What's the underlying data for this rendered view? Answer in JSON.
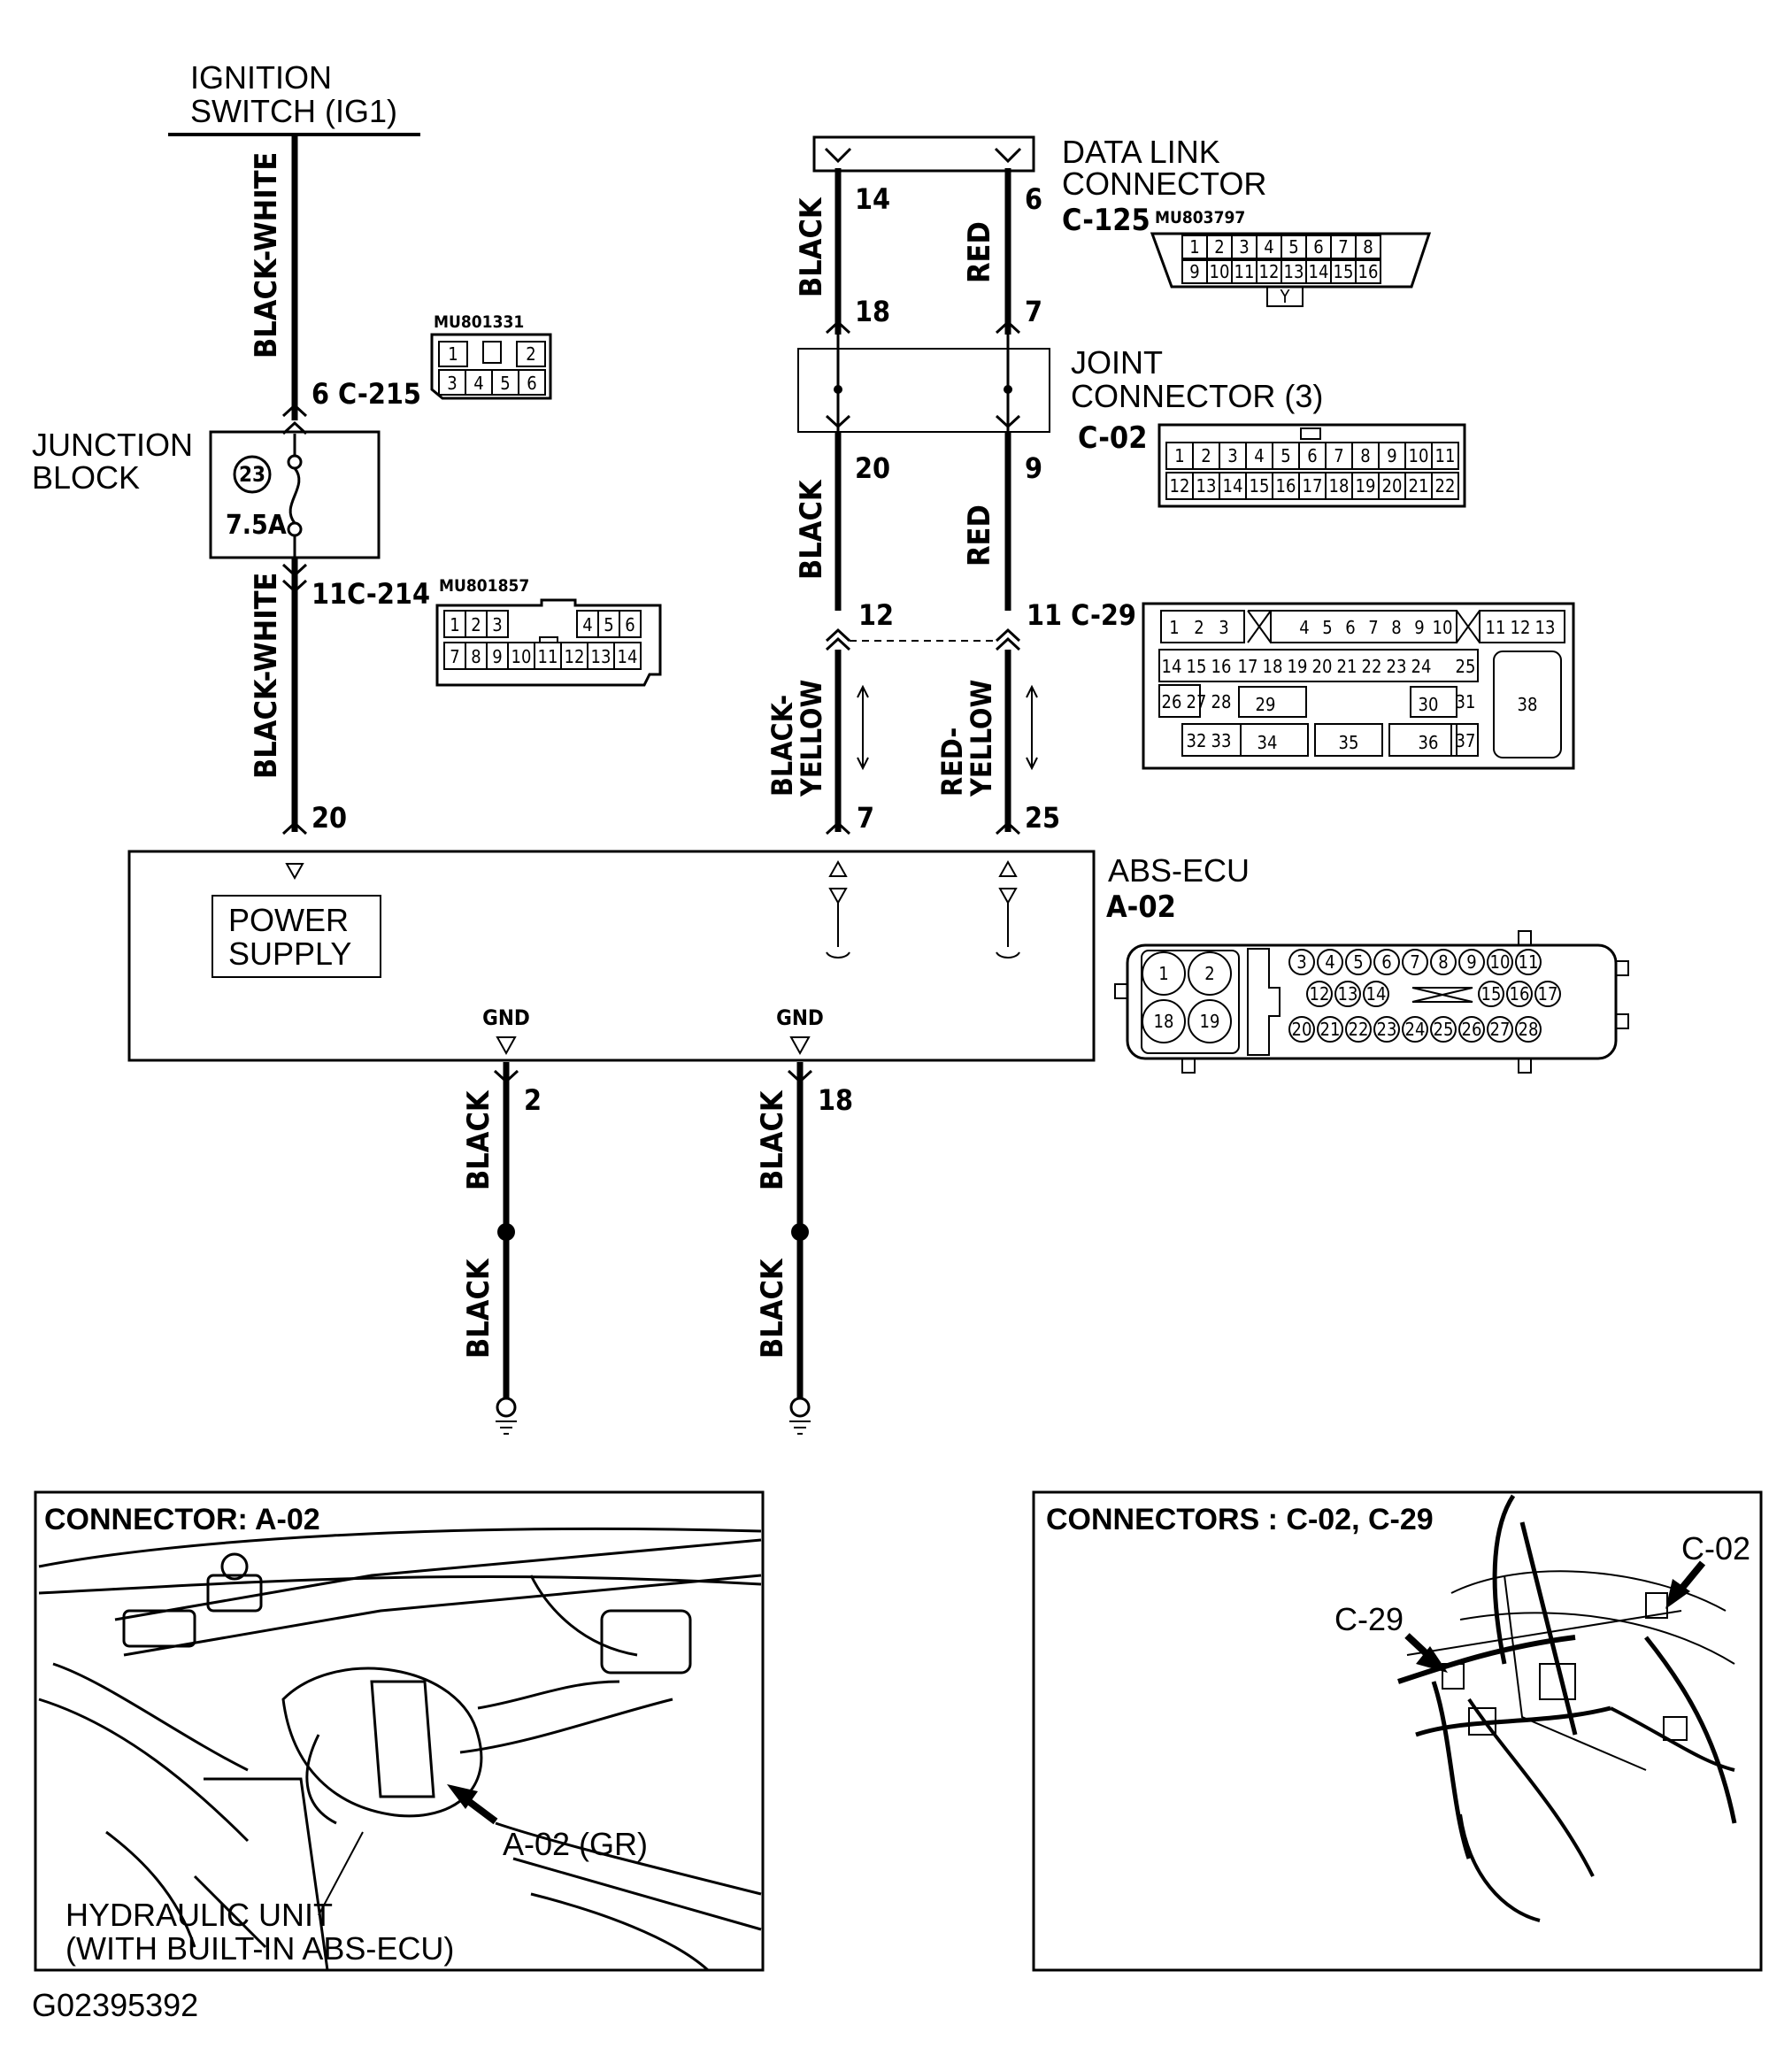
{
  "ignition": {
    "line1": "IGNITION",
    "line2": "SWITCH (IG1)"
  },
  "junction_block": {
    "line1": "JUNCTION",
    "line2": "BLOCK",
    "fuse_no": "23",
    "fuse_rating": "7.5A"
  },
  "wires": {
    "black_white": "BLACK-WHITE",
    "black": "BLACK",
    "red": "RED",
    "black_yellow_1": "BLACK-",
    "black_yellow_2": "YELLOW",
    "red_yellow_1": "RED-",
    "red_yellow_2": "YELLOW"
  },
  "pins": {
    "c215": "6 C-215",
    "c214": "11C-214",
    "ecu_power": "20",
    "dlc_left": "14",
    "dlc_right": "6",
    "joint_in_left": "18",
    "joint_in_right": "7",
    "joint_out_left": "20",
    "joint_out_right": "9",
    "c29_left": "12",
    "c29_right": "11 C-29",
    "ecu_left": "7",
    "ecu_right": "25",
    "gnd_left": "2",
    "gnd_right": "18"
  },
  "connectors": {
    "c215": {
      "part": "MU801331",
      "row1": [
        "1",
        "",
        "2"
      ],
      "row2": [
        "3",
        "4",
        "5",
        "6"
      ]
    },
    "c214": {
      "part": "MU801857",
      "row1": [
        "1",
        "2",
        "3",
        "",
        "4",
        "5",
        "6"
      ],
      "row2": [
        "7",
        "8",
        "9",
        "10",
        "11",
        "12",
        "13",
        "14"
      ]
    },
    "dlc": {
      "line1": "DATA LINK",
      "line2": "CONNECTOR",
      "id": "C-125",
      "part": "MU803797",
      "row1": [
        "1",
        "2",
        "3",
        "4",
        "5",
        "6",
        "7",
        "8"
      ],
      "row2": [
        "9",
        "10",
        "11",
        "12",
        "13",
        "14",
        "15",
        "16"
      ],
      "key": "Y"
    },
    "joint": {
      "line1": "JOINT",
      "line2": "CONNECTOR (3)",
      "id": "C-02",
      "row1": [
        "1",
        "2",
        "3",
        "4",
        "5",
        "6",
        "7",
        "8",
        "9",
        "10",
        "11"
      ],
      "row2": [
        "12",
        "13",
        "14",
        "15",
        "16",
        "17",
        "18",
        "19",
        "20",
        "21",
        "22"
      ]
    },
    "c29": {
      "row1": [
        "1",
        "2",
        "3",
        "",
        "4",
        "5",
        "6",
        "7",
        "8",
        "9",
        "10",
        "",
        "11",
        "12",
        "13"
      ],
      "row2": [
        "14",
        "15",
        "16",
        "17",
        "18",
        "19",
        "20",
        "21",
        "22",
        "23",
        "24",
        "25"
      ],
      "row3": [
        "26",
        "27",
        "28",
        "29",
        "30",
        "31",
        "38"
      ],
      "row4": [
        "32",
        "33",
        "34",
        "35",
        "36",
        "37"
      ]
    },
    "abs_ecu": {
      "name": "ABS-ECU",
      "id": "A-02",
      "big_top": [
        "1",
        "2"
      ],
      "big_bottom": [
        "18",
        "19"
      ],
      "row1": [
        "3",
        "4",
        "5",
        "6",
        "7",
        "8",
        "9",
        "10",
        "11"
      ],
      "row2": [
        "12",
        "13",
        "14",
        "15",
        "16",
        "17"
      ],
      "row3": [
        "20",
        "21",
        "22",
        "23",
        "24",
        "25",
        "26",
        "27",
        "28"
      ]
    }
  },
  "ecu": {
    "power_1": "POWER",
    "power_2": "SUPPLY",
    "gnd": "GND"
  },
  "panel_left": {
    "title": "CONNECTOR: A-02",
    "callout": "A-02 (GR)",
    "caption1": "HYDRAULIC UNIT",
    "caption2": "(WITH BUILT-IN ABS-ECU)"
  },
  "panel_right": {
    "title": "CONNECTORS : C-02, C-29",
    "callout_c29": "C-29",
    "callout_c02": "C-02"
  },
  "figure_id": "G02395392"
}
